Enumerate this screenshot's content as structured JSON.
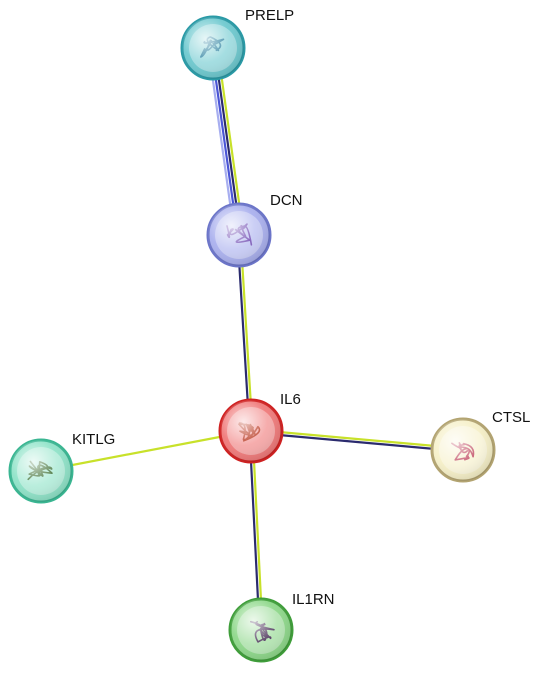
{
  "network": {
    "nodes": [
      {
        "id": "PRELP",
        "label": "PRELP",
        "fill": "#6ec9cf",
        "ring": "#2a9aa6",
        "protein": "#2f7fa0"
      },
      {
        "id": "DCN",
        "label": "DCN",
        "fill": "#aab0ee",
        "ring": "#6c75c9",
        "protein": "#7a55b5"
      },
      {
        "id": "IL6",
        "label": "IL6",
        "fill": "#f07a7a",
        "ring": "#cf2222",
        "protein": "#b4331a"
      },
      {
        "id": "CTSL",
        "label": "CTSL",
        "fill": "#f6f0c8",
        "ring": "#b3a471",
        "protein": "#c2506a"
      },
      {
        "id": "KITLG",
        "label": "KITLG",
        "fill": "#8fe3c8",
        "ring": "#3ab692",
        "protein": "#3f6a30"
      },
      {
        "id": "IL1RN",
        "label": "IL1RN",
        "fill": "#8ed88a",
        "ring": "#3f9e3a",
        "protein": "#4a2a5a"
      }
    ],
    "edges": [
      {
        "from": "PRELP",
        "to": "DCN",
        "evidence": [
          "#c8e12a",
          "#2b2b6e",
          "#4a55d6",
          "#a7aef0"
        ]
      },
      {
        "from": "DCN",
        "to": "IL6",
        "evidence": [
          "#c8e12a",
          "#2b2b6e"
        ]
      },
      {
        "from": "IL6",
        "to": "CTSL",
        "evidence": [
          "#c8e12a",
          "#2b2b6e"
        ]
      },
      {
        "from": "IL6",
        "to": "KITLG",
        "evidence": [
          "#c8e12a"
        ]
      },
      {
        "from": "IL6",
        "to": "IL1RN",
        "evidence": [
          "#c8e12a",
          "#2b2b6e"
        ]
      }
    ]
  }
}
